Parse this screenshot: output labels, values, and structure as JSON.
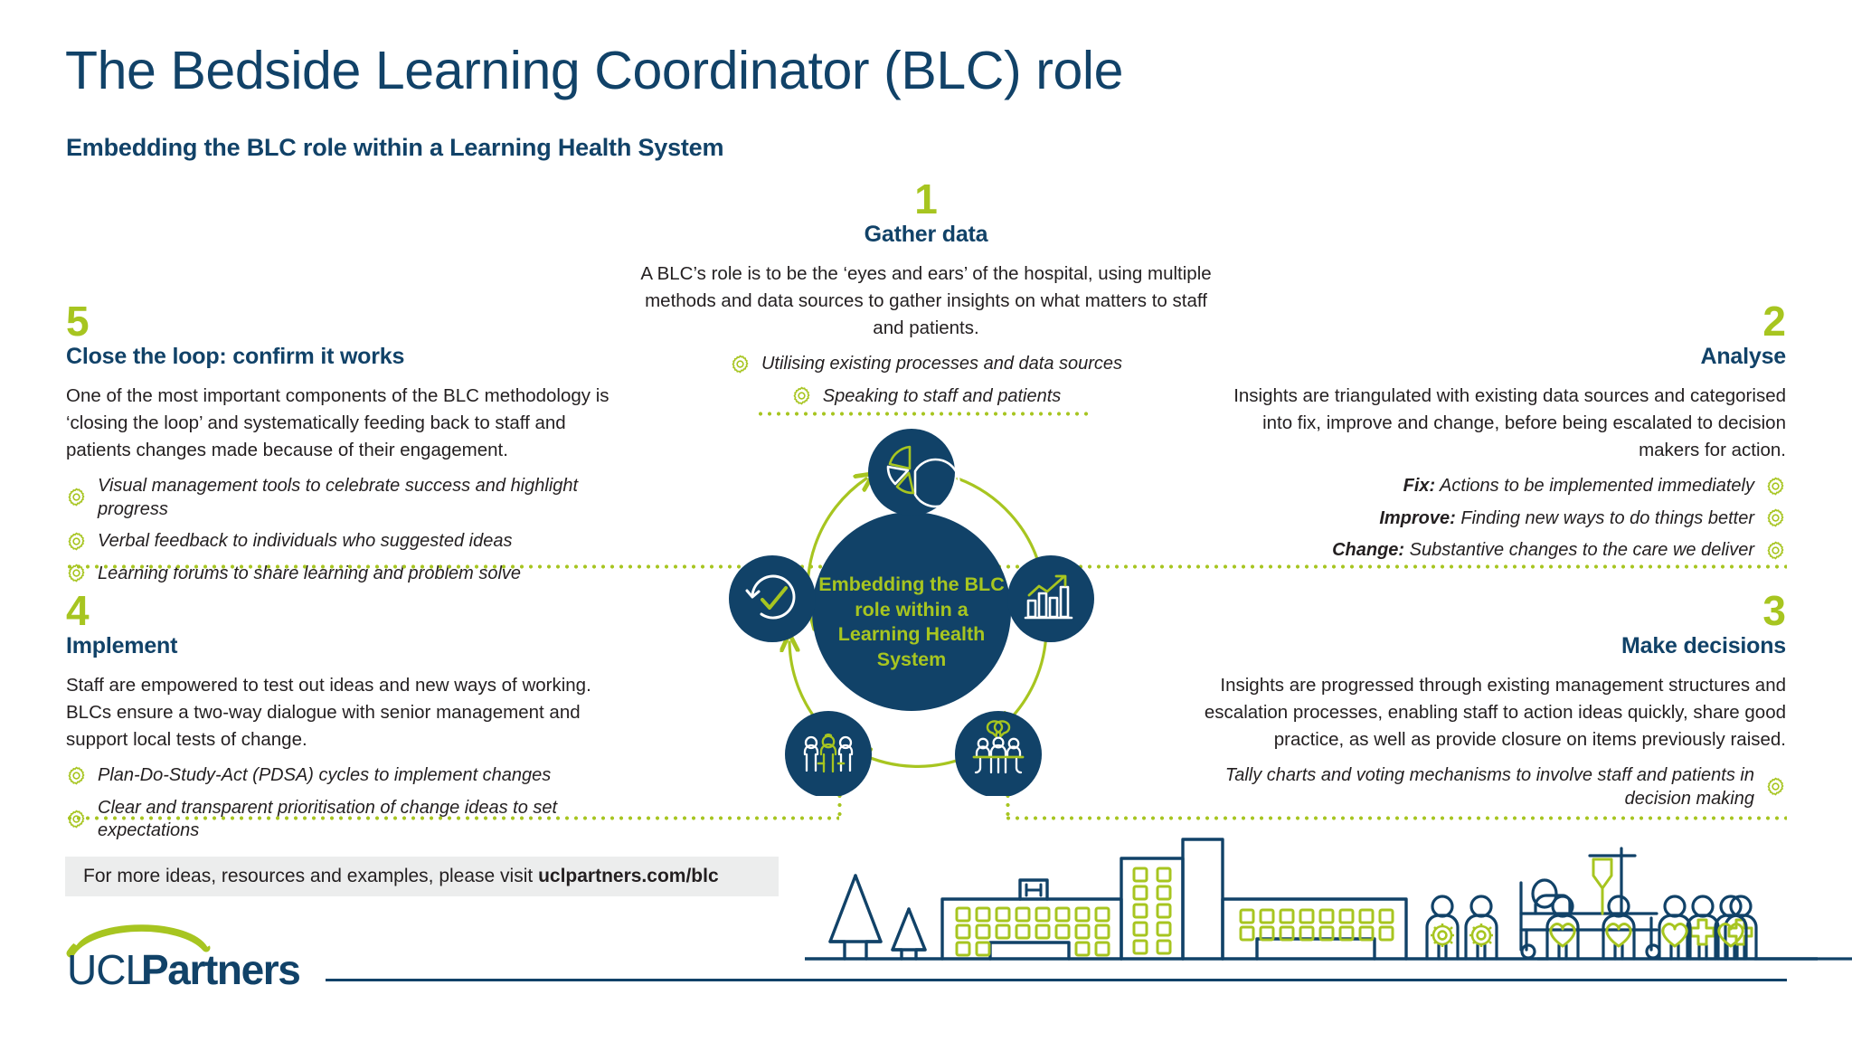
{
  "header": {
    "title": "The Bedside Learning Coordinator (BLC) role",
    "subtitle": "Embedding the BLC role within a Learning Health System"
  },
  "colors": {
    "navy": "#114268",
    "green": "#A7C520",
    "text": "#231f20",
    "cta_background": "#eceded"
  },
  "sections": [
    {
      "number": "1",
      "title": "Gather data",
      "body": "A BLC’s role is to be the ‘eyes and ears’ of the hospital, using multiple methods and data sources to gather insights on what matters to staff and patients.",
      "bullets": [
        {
          "lead": "",
          "text": "Utilising existing processes and data sources"
        },
        {
          "lead": "",
          "text": "Speaking to staff and patients"
        }
      ]
    },
    {
      "number": "2",
      "title": "Analyse",
      "body": "Insights are triangulated with existing data sources and categorised into fix, improve and change, before being escalated to decision makers for action.",
      "bullets": [
        {
          "lead": "Fix:",
          "text": "Actions to be implemented immediately"
        },
        {
          "lead": "Improve:",
          "text": "Finding new ways to do things better"
        },
        {
          "lead": "Change:",
          "text": "Substantive changes to the care we deliver"
        }
      ]
    },
    {
      "number": "3",
      "title": "Make decisions",
      "body": "Insights are progressed through existing management structures and escalation processes, enabling staff to action ideas quickly, share good practice, as well as provide closure on items previously raised.",
      "bullets": [
        {
          "lead": "",
          "text": "Tally charts and voting mechanisms to involve staff and patients in decision making"
        }
      ]
    },
    {
      "number": "4",
      "title": "Implement",
      "body": "Staff are empowered to test out ideas and new ways of working. BLCs ensure a two-way dialogue with senior management and support local tests of change.",
      "bullets": [
        {
          "lead": "",
          "text": "Plan-Do-Study-Act (PDSA) cycles to implement changes"
        },
        {
          "lead": "",
          "text": "Clear and transparent prioritisation of change ideas to set expectations"
        }
      ]
    },
    {
      "number": "5",
      "title": "Close the loop: confirm it works",
      "body": "One of the most important components of the BLC methodology is ‘closing the loop’ and systematically feeding back to staff and patients changes made because of their engagement.",
      "bullets": [
        {
          "lead": "",
          "text": "Visual management tools to celebrate success and highlight progress"
        },
        {
          "lead": "",
          "text": "Verbal feedback to individuals who suggested ideas"
        },
        {
          "lead": "",
          "text": "Learning forums to share learning and problem solve"
        }
      ]
    }
  ],
  "wheel": {
    "hub_text": "Embedding the BLC role within a Learning Health System",
    "nodes": [
      {
        "position": "top",
        "icon": "pie-chart-icon"
      },
      {
        "position": "right",
        "icon": "bar-chart-trend-icon"
      },
      {
        "position": "bottom-right",
        "icon": "meeting-discussion-icon"
      },
      {
        "position": "bottom-left",
        "icon": "group-of-people-icon"
      },
      {
        "position": "left",
        "icon": "refresh-check-icon"
      }
    ]
  },
  "footer": {
    "cta_prefix": "For more ideas, resources and examples, please visit ",
    "cta_link": "uclpartners.com/blc",
    "logo_light": "UCL",
    "logo_bold": "Partners"
  }
}
